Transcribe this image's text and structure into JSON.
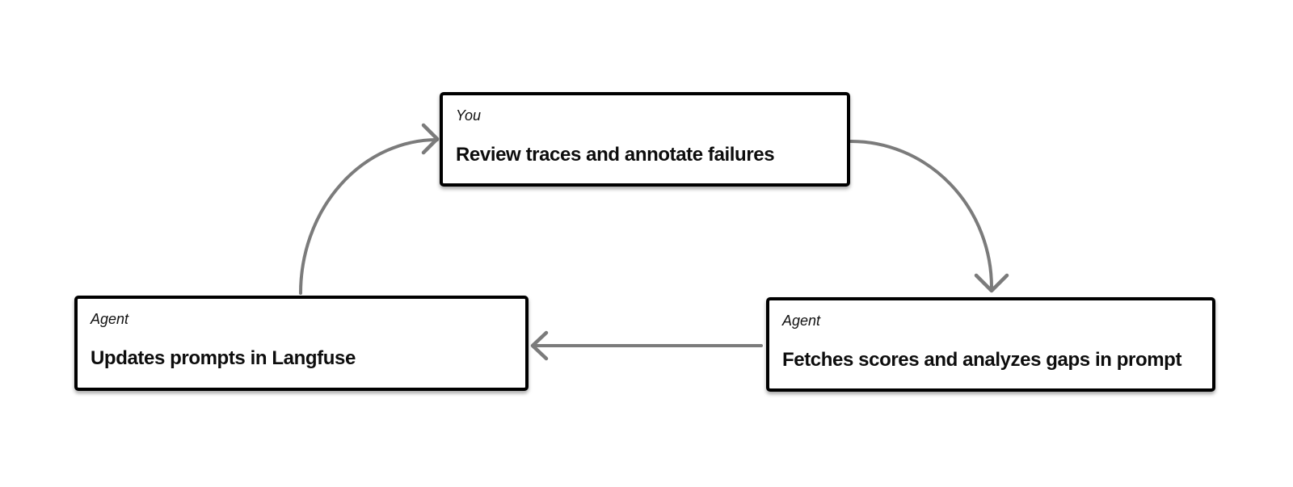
{
  "diagram": {
    "background_color": "#ffffff",
    "box_border_color": "#000000",
    "box_fill_color": "#ffffff",
    "text_color": "#0d0d0d",
    "arrow_color": "#7b7b7b",
    "nodes": [
      {
        "id": "you-review",
        "label": "You",
        "title": "Review traces and annotate failures"
      },
      {
        "id": "agent-fetches",
        "label": "Agent",
        "title": "Fetches scores and analyzes gaps in prompt"
      },
      {
        "id": "agent-updates",
        "label": "Agent",
        "title": "Updates prompts in Langfuse"
      }
    ],
    "edges": [
      {
        "from": "you-review",
        "to": "agent-fetches",
        "style": "curved-arrow"
      },
      {
        "from": "agent-fetches",
        "to": "agent-updates",
        "style": "straight-arrow"
      },
      {
        "from": "agent-updates",
        "to": "you-review",
        "style": "curved-arrow"
      }
    ]
  }
}
